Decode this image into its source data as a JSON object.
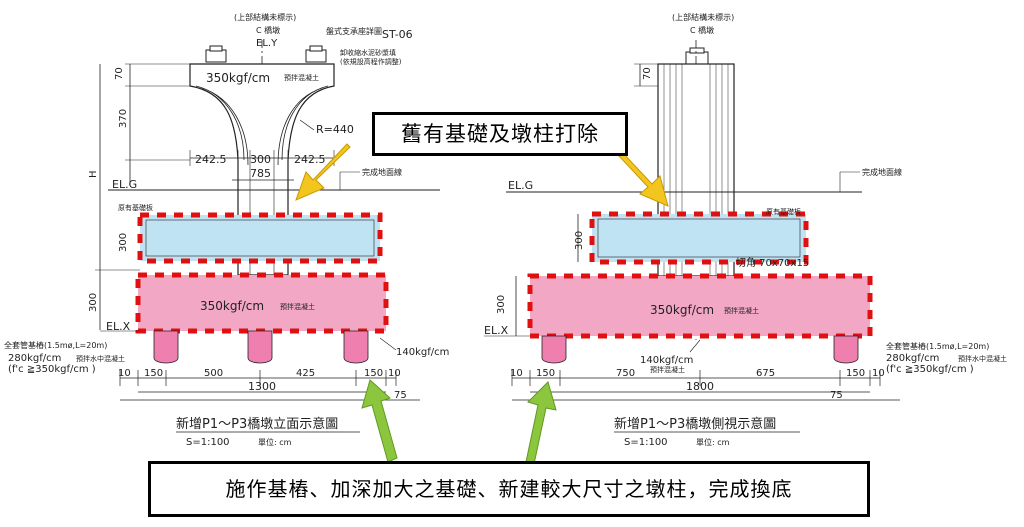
{
  "callouts": {
    "top": "舊有基礎及墩柱打除",
    "bottom": "施作基樁、加深加大之基礎、新建較大尺寸之墩柱，完成換底"
  },
  "left": {
    "superstructure_note": "(上部結構未標示)",
    "bridge_centerline": "C 橋墩",
    "el_y": "EL.Y",
    "bearing_label": "盤式支承座詳圖",
    "bearing_code": "ST-06",
    "pier_head_note_1": "卸收縮水泥砂漿填",
    "pier_head_note_2": "(依規設高程作調整)",
    "concrete_top": "350kgf/cm",
    "precast_top": "預拌混凝土",
    "radius": "R=440",
    "dim_70": "70",
    "dim_370": "370",
    "dim_h": "H",
    "dim_242_l": "242.5",
    "dim_300_w": "300",
    "dim_242_r": "242.5",
    "dim_785": "785",
    "ground_el": "EL.G",
    "finished_ground": "完成地面線",
    "old_footing": "原有基礎板",
    "dim_300_old": "300",
    "dim_300_new": "300",
    "concrete_footing": "350kgf/cm",
    "precast_footing": "預拌混凝土",
    "el_x": "EL.X",
    "pile_note_1": "全套管基樁(1.5mø,L=20m)",
    "pile_note_2": "280kgf/cm",
    "pile_note_2b": "預拌水中混凝土",
    "pile_note_3": "(f'c ≧350kgf/cm )",
    "lean_concrete": "140kgf/cm",
    "dims_bottom": [
      "10",
      "150",
      "500",
      "425",
      "150",
      "10"
    ],
    "dim_total": "1300",
    "dim_75": "75",
    "title": "新增P1～P3橋墩立面示意圖",
    "scale": "S=1:100",
    "unit": "單位: cm"
  },
  "right": {
    "superstructure_note": "(上部結構未標示)",
    "bridge_centerline": "C 橋墩",
    "dim_70": "70",
    "ground_el": "EL.G",
    "finished_ground": "完成地面線",
    "old_footing": "原有基礎板",
    "dim_300_old": "300",
    "dim_300_new": "300",
    "chamfer": "切角 70x70x15",
    "concrete_footing": "350kgf/cm",
    "precast_footing": "預拌混凝土",
    "el_x": "EL.X",
    "lean_concrete": "140kgf/cm",
    "lean_precast": "預拌混凝土",
    "pile_note_1": "全套管基樁(1.5mø,L=20m)",
    "pile_note_2": "280kgf/cm",
    "pile_note_2b": "預拌水中混凝土",
    "pile_note_3": "(f'c ≧350kgf/cm )",
    "dims_bottom": [
      "10",
      "150",
      "750",
      "675",
      "150",
      "10"
    ],
    "dim_total": "1800",
    "dim_75": "75",
    "title": "新增P1～P3橋墩側視示意圖",
    "scale": "S=1:100",
    "unit": "單位: cm"
  },
  "colors": {
    "old_footing_fill": "#bfe3f2",
    "new_footing_fill": "#f2a8c4",
    "pile_fill": "#ef7fae",
    "dash_red": "#e01010",
    "arrow_yellow": "#f3c51f",
    "arrow_green": "#8cc63f"
  }
}
